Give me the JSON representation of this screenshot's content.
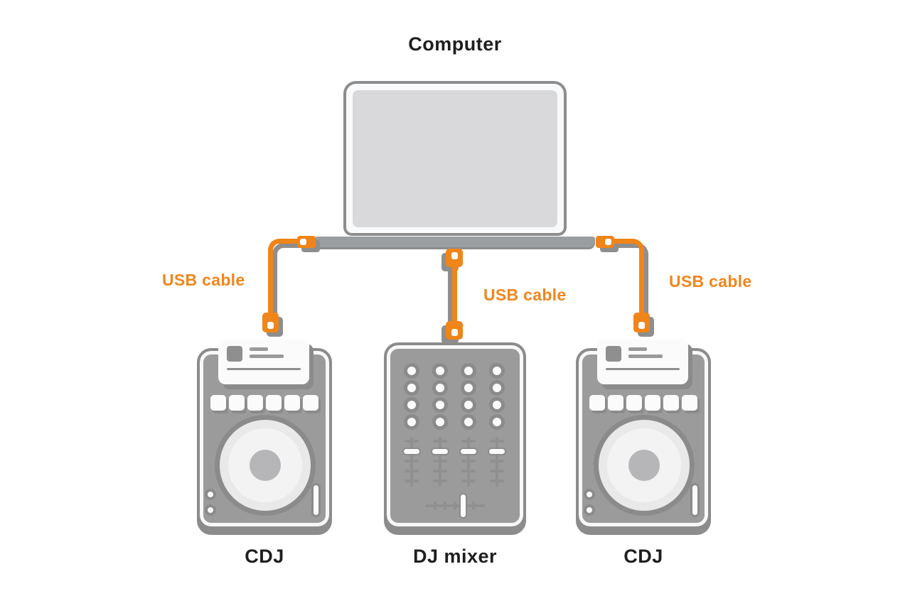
{
  "diagram": {
    "title": "Computer",
    "connections": [
      {
        "id": "usb-left",
        "label": "USB cable"
      },
      {
        "id": "usb-middle",
        "label": "USB cable"
      },
      {
        "id": "usb-right",
        "label": "USB cable"
      }
    ],
    "devices": [
      {
        "id": "cdj-left",
        "type": "player",
        "label": "CDJ"
      },
      {
        "id": "dj-mixer",
        "type": "mixer",
        "label": "DJ mixer"
      },
      {
        "id": "cdj-right",
        "type": "player",
        "label": "CDJ"
      }
    ],
    "colors": {
      "accent_orange": "#F08519",
      "device_gray": "#9B9B9B",
      "outline_gray": "#8C8C8C",
      "panel_white": "#FAFAFB",
      "screen_gray": "#D9D9DB",
      "label_black": "#1E1E1E"
    }
  }
}
